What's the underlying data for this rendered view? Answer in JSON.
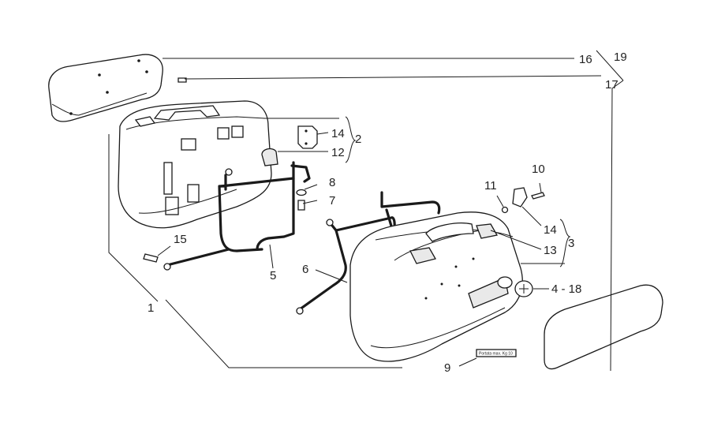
{
  "labels": {
    "l1": "1",
    "l2": "2",
    "l3": "3",
    "l4_18": "4 - 18",
    "l5": "5",
    "l6": "6",
    "l7": "7",
    "l8": "8",
    "l9": "9",
    "l10": "10",
    "l11": "11",
    "l12": "12",
    "l13": "13",
    "l14a": "14",
    "l14b": "14",
    "l15": "15",
    "l16": "16",
    "l17": "17",
    "l19": "19"
  },
  "plate_text": "Portata max. Kg 10"
}
